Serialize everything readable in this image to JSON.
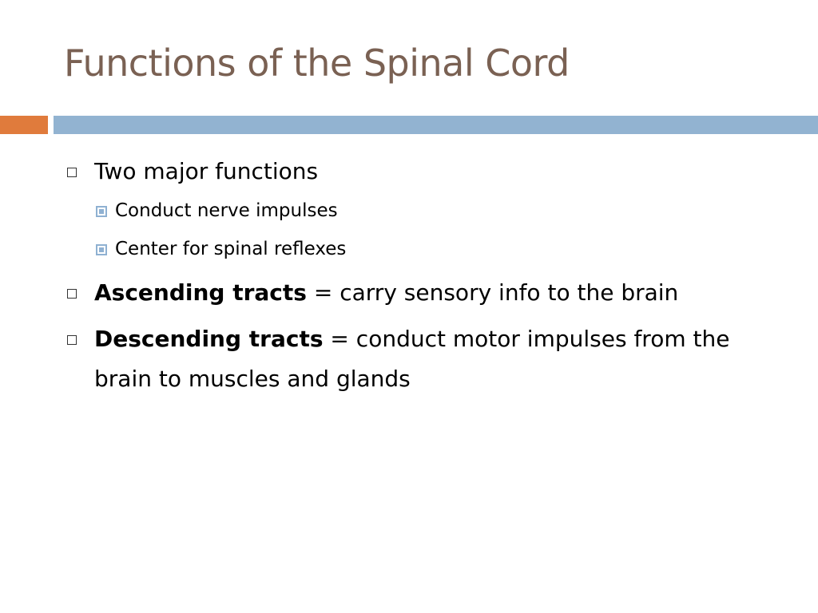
{
  "slide": {
    "title": "Functions of the Spinal Cord",
    "colors": {
      "title": "#7a6153",
      "accent_bar": "#e07b3c",
      "main_bar": "#92b3d1",
      "sub_bullet": "#8fb1d2"
    },
    "bullets": [
      {
        "text": "Two major functions",
        "sub": [
          {
            "text": "Conduct nerve impulses"
          },
          {
            "text": "Center for spinal reflexes"
          }
        ]
      },
      {
        "bold": "Ascending tracts",
        "text": " = carry sensory info to the brain"
      },
      {
        "bold": "Descending tracts",
        "text": " = conduct motor impulses from the brain to muscles and glands"
      }
    ]
  }
}
